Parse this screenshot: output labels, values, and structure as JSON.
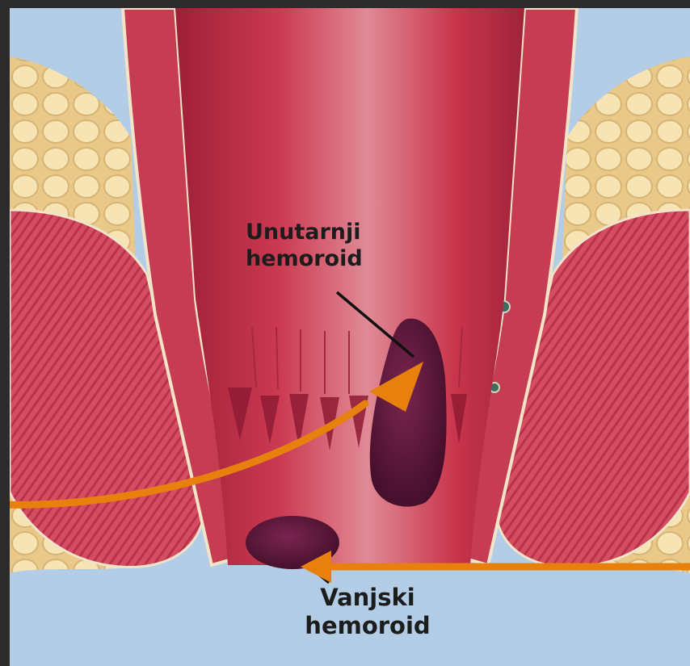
{
  "labels": {
    "internal": {
      "line1": "Unutarnji",
      "line2": "hemoroid"
    },
    "external": {
      "line1": "Vanjski",
      "line2": "hemoroid"
    }
  },
  "colors": {
    "background": "#2b2b2b",
    "sky": "#b4cde6",
    "tissue": "#c2334a",
    "muscle": "#d6556a",
    "fat": "#f2dca0",
    "hemorrhoid": "#4a1030",
    "arrow": "#e8800e",
    "pointer_line": "#111111"
  }
}
